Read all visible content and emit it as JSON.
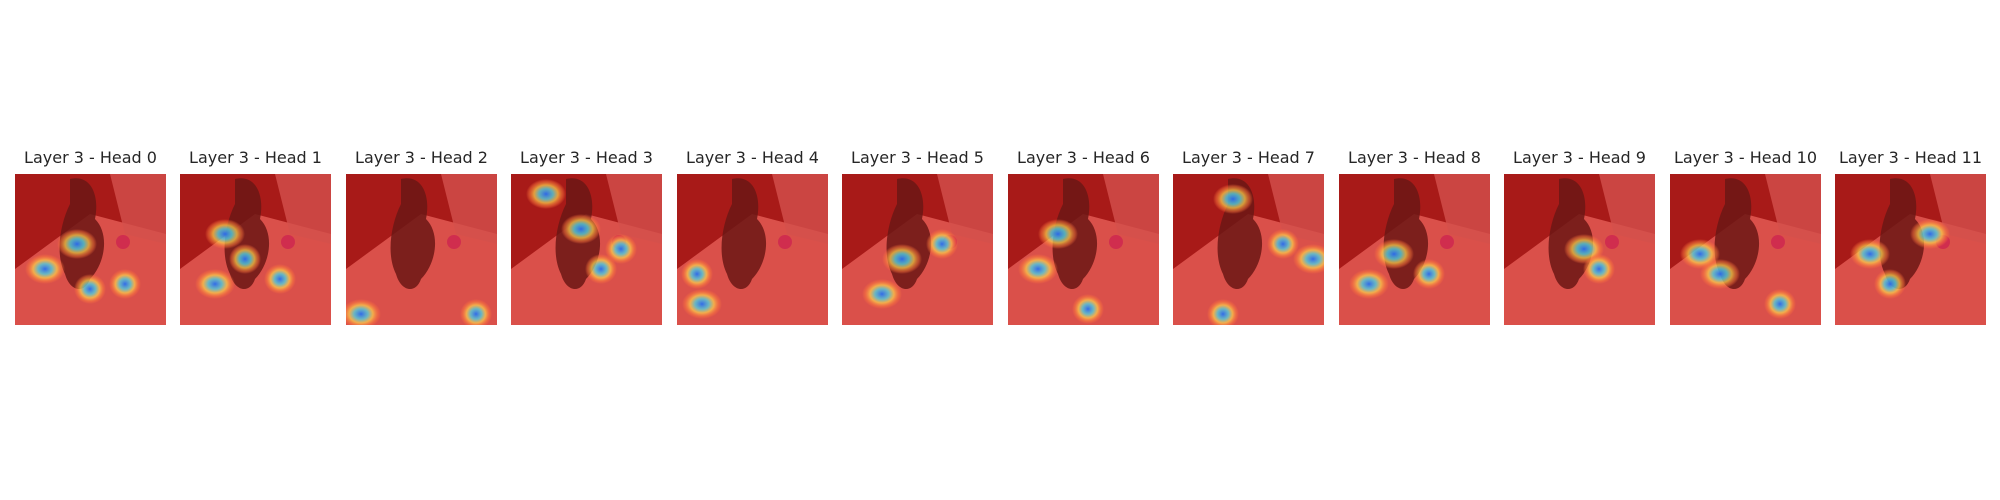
{
  "figure": {
    "panels": [
      {
        "title": "Layer 3 - Head 0"
      },
      {
        "title": "Layer 3 - Head 1"
      },
      {
        "title": "Layer 3 - Head 2"
      },
      {
        "title": "Layer 3 - Head 3"
      },
      {
        "title": "Layer 3 - Head 4"
      },
      {
        "title": "Layer 3 - Head 5"
      },
      {
        "title": "Layer 3 - Head 6"
      },
      {
        "title": "Layer 3 - Head 7"
      },
      {
        "title": "Layer 3 - Head 8"
      },
      {
        "title": "Layer 3 - Head 9"
      },
      {
        "title": "Layer 3 - Head 10"
      },
      {
        "title": "Layer 3 - Head 11"
      }
    ],
    "colors": {
      "text": "#262626",
      "heat_low": "#8b0f10",
      "heat_mid": "#ff7a3c",
      "heat_warm": "#ffd54a",
      "heat_high": "#2a6cf0"
    }
  }
}
